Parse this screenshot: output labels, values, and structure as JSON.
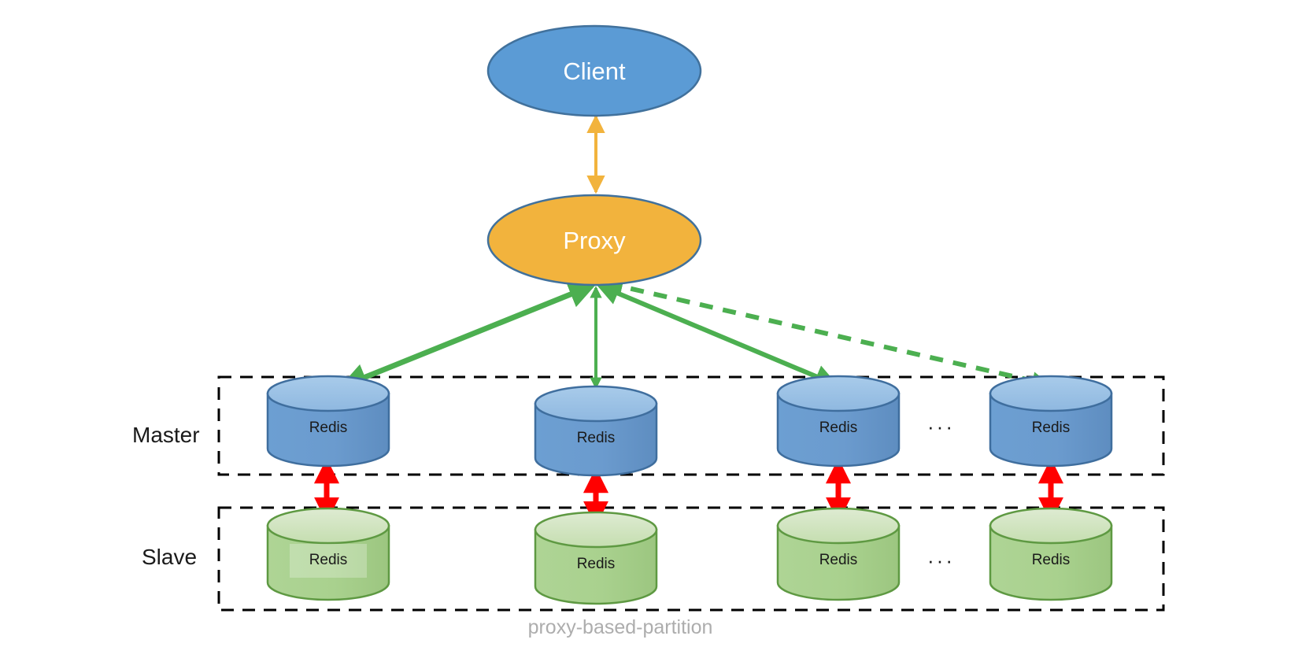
{
  "diagram": {
    "caption": "proxy-based-partition",
    "colors": {
      "client_fill": "#5B9BD5",
      "client_stroke": "#41719C",
      "proxy_fill": "#F2B33D",
      "proxy_stroke": "#41719C",
      "master_fill": "#6699CC",
      "master_top_fill": "#9DC3E6",
      "master_stroke": "#3F6E9E",
      "slave_fill": "#A9D18E",
      "slave_top_fill": "#D6E8C8",
      "slave_stroke": "#5E9942",
      "link_client_proxy": "#F2B33D",
      "link_proxy_master": "#4CAF50",
      "link_master_slave": "#FF0000",
      "group_border": "#000000",
      "caption_color": "#ADADAD",
      "label_text": "#1A1A1A",
      "node_text": "#FFFFFF"
    },
    "nodes": {
      "client": {
        "label": "Client",
        "shape": "ellipse"
      },
      "proxy": {
        "label": "Proxy",
        "shape": "ellipse"
      }
    },
    "groups": [
      {
        "id": "master",
        "label": "Master"
      },
      {
        "id": "slave",
        "label": "Slave"
      }
    ],
    "master_nodes": [
      {
        "label": "Redis"
      },
      {
        "label": "Redis"
      },
      {
        "label": "Redis"
      },
      {
        "label": "Redis"
      }
    ],
    "slave_nodes": [
      {
        "label": "Redis"
      },
      {
        "label": "Redis"
      },
      {
        "label": "Redis"
      },
      {
        "label": "Redis"
      }
    ],
    "ellipsis": {
      "master": "···",
      "slave": "···"
    },
    "edges": [
      {
        "from": "client",
        "to": "proxy",
        "style": "solid",
        "arrows": "both",
        "color": "#F2B33D"
      },
      {
        "from": "proxy",
        "to": "master-1",
        "style": "solid",
        "arrows": "both",
        "color": "#4CAF50"
      },
      {
        "from": "proxy",
        "to": "master-2",
        "style": "solid",
        "arrows": "both",
        "color": "#4CAF50"
      },
      {
        "from": "proxy",
        "to": "master-3",
        "style": "solid",
        "arrows": "both",
        "color": "#4CAF50"
      },
      {
        "from": "proxy",
        "to": "master-4",
        "style": "dashed",
        "arrows": "both",
        "color": "#4CAF50"
      },
      {
        "from": "master-1",
        "to": "slave-1",
        "style": "solid",
        "arrows": "both",
        "color": "#FF0000"
      },
      {
        "from": "master-2",
        "to": "slave-2",
        "style": "solid",
        "arrows": "both",
        "color": "#FF0000"
      },
      {
        "from": "master-3",
        "to": "slave-3",
        "style": "solid",
        "arrows": "both",
        "color": "#FF0000"
      },
      {
        "from": "master-4",
        "to": "slave-4",
        "style": "solid",
        "arrows": "both",
        "color": "#FF0000"
      }
    ]
  }
}
